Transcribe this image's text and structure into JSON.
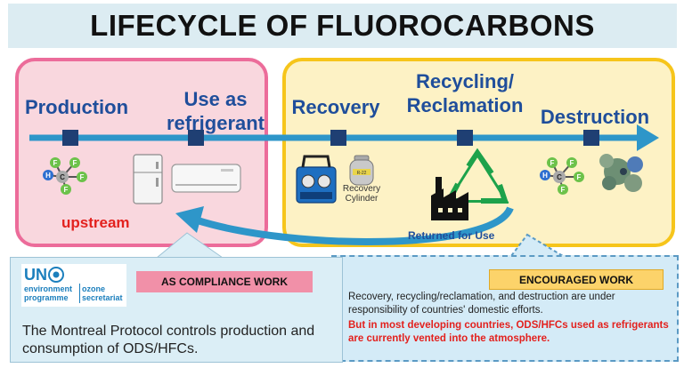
{
  "title": "LIFECYCLE OF FLUOROCARBONS",
  "stages": {
    "production": "Production",
    "use_line1": "Use as",
    "use_line2": "refrigerant",
    "recovery": "Recovery",
    "recycling_line1": "Recycling/",
    "recycling_line2": "Reclamation",
    "destruction": "Destruction"
  },
  "labels": {
    "upstream": "upstream",
    "recovery_cylinder_line1": "Recovery",
    "recovery_cylinder_line2": "Cylinder",
    "returned_for_use": "Returned for Use",
    "cylinder_tag": "R-22"
  },
  "molecule": {
    "atoms": [
      "F",
      "F",
      "H",
      "C",
      "F",
      "F"
    ]
  },
  "logo": {
    "un": "UN",
    "line1a": "environment",
    "line1b": "ozone",
    "line2a": "programme",
    "line2b": "secretariat"
  },
  "compliance": {
    "badge": "AS COMPLIANCE WORK",
    "text": "The Montreal Protocol controls production and consumption of ODS/HFCs."
  },
  "encouraged": {
    "badge": "ENCOURAGED WORK",
    "text": "Recovery, recycling/reclamation, and destruction are under responsibility of countries' domestic efforts.",
    "highlight": "But in most developing countries, ODS/HFCs used as refrigerants are currently vented into the atmosphere."
  },
  "colors": {
    "arrow": "#2e96c9",
    "node": "#1f3f73",
    "stage_text": "#1f4e9b",
    "upstream": "#e3211e",
    "pink_border": "#ec6c9a",
    "yellow_border": "#f6c51b"
  }
}
